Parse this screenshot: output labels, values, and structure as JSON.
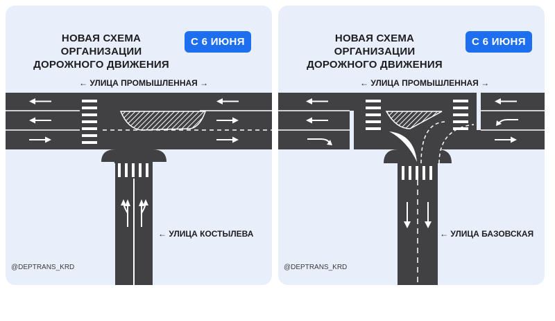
{
  "left_panel": {
    "title_line1": "НОВАЯ СХЕМА ОРГАНИЗАЦИИ",
    "title_line2": "ДОРОЖНОГО ДВИЖЕНИЯ",
    "badge": "С 6 ИЮНЯ",
    "street_top": "← УЛИЦА ПРОМЫШЛЕННАЯ →",
    "street_side": "← УЛИЦА КОСТЫЛЕВА",
    "handle": "@DEPTRANS_KRD"
  },
  "right_panel": {
    "title_line1": "НОВАЯ СХЕМА ОРГАНИЗАЦИИ",
    "title_line2": "ДОРОЖНОГО ДВИЖЕНИЯ",
    "badge": "С 6 ИЮНЯ",
    "street_top": "← УЛИЦА ПРОМЫШЛЕННАЯ →",
    "street_side": "← УЛИЦА БАЗОВСКАЯ",
    "handle": "@DEPTRANS_KRD"
  },
  "colors": {
    "card_background": "#e8effb",
    "road": "#414143",
    "marking": "#ffffff",
    "badge": "#1e6ef0"
  },
  "icons": [
    "left-arrow-icon",
    "right-arrow-icon",
    "straight-or-left-arrow-icon",
    "straight-or-right-arrow-icon",
    "straight-down-arrow-icon",
    "right-turn-arrow-icon",
    "left-turn-arrow-icon",
    "hatched-island-icon",
    "crosswalk-icon"
  ]
}
